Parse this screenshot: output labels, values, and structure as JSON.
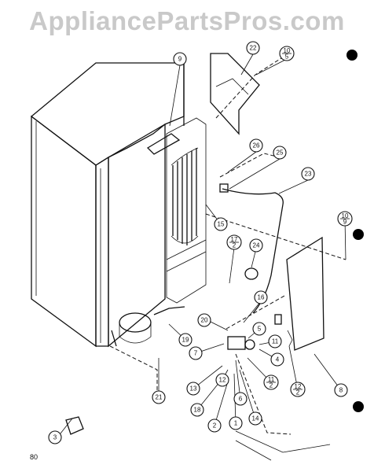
{
  "watermark": "AppliancePartsPros.com",
  "page_number": "80",
  "callouts": [
    {
      "id": "c9",
      "label": "9"
    },
    {
      "id": "c22",
      "label": "22"
    },
    {
      "id": "c10a",
      "label": "10/5"
    },
    {
      "id": "c26",
      "label": "26"
    },
    {
      "id": "c25",
      "label": "25"
    },
    {
      "id": "c23",
      "label": "23"
    },
    {
      "id": "c10b",
      "label": "10/9"
    },
    {
      "id": "c15",
      "label": "15"
    },
    {
      "id": "c17",
      "label": "17/2"
    },
    {
      "id": "c24",
      "label": "24"
    },
    {
      "id": "c16",
      "label": "16"
    },
    {
      "id": "c20",
      "label": "20"
    },
    {
      "id": "c5",
      "label": "5"
    },
    {
      "id": "c19",
      "label": "19"
    },
    {
      "id": "c11",
      "label": "11"
    },
    {
      "id": "c7",
      "label": "7"
    },
    {
      "id": "c4",
      "label": "4"
    },
    {
      "id": "c11b",
      "label": "11/2"
    },
    {
      "id": "c12b",
      "label": "12/2"
    },
    {
      "id": "c13",
      "label": "13"
    },
    {
      "id": "c12",
      "label": "12"
    },
    {
      "id": "c6",
      "label": "6"
    },
    {
      "id": "c8",
      "label": "8"
    },
    {
      "id": "c21",
      "label": "21"
    },
    {
      "id": "c18",
      "label": "18"
    },
    {
      "id": "c2",
      "label": "2"
    },
    {
      "id": "c1",
      "label": "1"
    },
    {
      "id": "c14",
      "label": "14"
    },
    {
      "id": "c3",
      "label": "3"
    }
  ]
}
